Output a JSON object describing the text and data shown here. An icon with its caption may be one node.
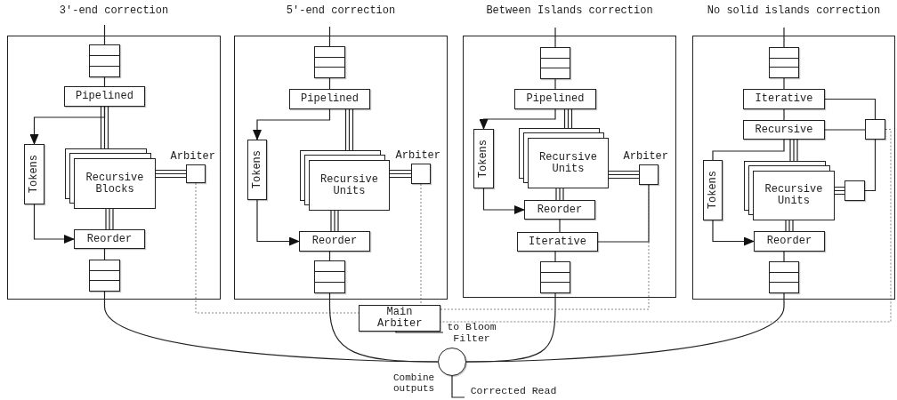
{
  "diagram": {
    "nodes": [
      {
        "text": [
          "3'-end correction"
        ]
      },
      {
        "text": [],
        "shape": "queue",
        "in": 0
      },
      {
        "text": [
          "Pipelined"
        ],
        "in": 0
      },
      {
        "text": [
          "Tokens"
        ],
        "in": 0
      },
      {
        "text": [
          "Recursive Blocks"
        ],
        "in": 0
      },
      {
        "text": [
          "Arbiter"
        ],
        "in": 0
      },
      {
        "text": [
          "Reorder"
        ],
        "in": 0
      },
      {
        "text": [],
        "shape": "queue",
        "in": 0
      },
      {
        "text": [
          "5'-end correction"
        ]
      },
      {
        "text": [],
        "shape": "queue",
        "in": 8
      },
      {
        "text": [
          "Pipelined"
        ],
        "in": 8
      },
      {
        "text": [
          "Tokens"
        ],
        "in": 8
      },
      {
        "text": [
          "Recursive Units"
        ],
        "in": 8
      },
      {
        "text": [
          "Arbiter"
        ],
        "in": 8
      },
      {
        "text": [
          "Reorder"
        ],
        "in": 8
      },
      {
        "text": [],
        "shape": "queue",
        "in": 8
      },
      {
        "text": [
          "Between Islands correction"
        ]
      },
      {
        "text": [],
        "shape": "queue",
        "in": 16
      },
      {
        "text": [
          "Pipelined"
        ],
        "in": 16
      },
      {
        "text": [
          "Tokens"
        ],
        "in": 16
      },
      {
        "text": [
          "Recursive Units"
        ],
        "in": 16
      },
      {
        "text": [
          "Arbiter"
        ],
        "in": 16
      },
      {
        "text": [
          "Reorder"
        ],
        "in": 16
      },
      {
        "text": [
          "Iterative"
        ],
        "in": 16
      },
      {
        "text": [],
        "shape": "queue",
        "in": 16
      },
      {
        "text": [
          "No solid islands correction"
        ]
      },
      {
        "text": [],
        "shape": "queue",
        "in": 25
      },
      {
        "text": [
          "Iterative"
        ],
        "in": 25
      },
      {
        "text": [
          "Recursive"
        ],
        "in": 25
      },
      {
        "text": [],
        "shape": "box",
        "in": 25
      },
      {
        "text": [
          "Tokens"
        ],
        "in": 25
      },
      {
        "text": [
          "Recursive Units"
        ],
        "in": 25
      },
      {
        "text": [],
        "shape": "box",
        "in": 25
      },
      {
        "text": [
          "Reorder"
        ],
        "in": 25
      },
      {
        "text": [],
        "shape": "queue",
        "in": 25
      },
      {
        "text": [
          "Main Arbiter"
        ]
      },
      {
        "text": [
          "to Bloom Filter"
        ]
      },
      {
        "text": [],
        "shape": "circle",
        "beside": [
          "Combine outputs"
        ]
      },
      {
        "text": [
          "Corrected Read"
        ]
      }
    ],
    "edges": [
      {
        "from": null,
        "to": 1,
        "arrow": "none"
      },
      {
        "from": 1,
        "to": 2,
        "arrow": "none"
      },
      {
        "from": 2,
        "to": 3,
        "arrow": "to"
      },
      {
        "from": 2,
        "to": 4,
        "arrow": "none"
      },
      {
        "from": 3,
        "to": 6,
        "arrow": "to"
      },
      {
        "from": 4,
        "to": 6,
        "arrow": "none"
      },
      {
        "from": 4,
        "to": 5,
        "arrow": "none"
      },
      {
        "from": 6,
        "to": 7,
        "arrow": "none"
      },
      {
        "from": 7,
        "to": 37,
        "arrow": "none"
      },
      {
        "from": 5,
        "to": 35,
        "arrow": "none",
        "style": "dashed"
      },
      {
        "from": null,
        "to": 9,
        "arrow": "none"
      },
      {
        "from": 9,
        "to": 10,
        "arrow": "none"
      },
      {
        "from": 10,
        "to": 11,
        "arrow": "to"
      },
      {
        "from": 10,
        "to": 12,
        "arrow": "none"
      },
      {
        "from": 11,
        "to": 14,
        "arrow": "to"
      },
      {
        "from": 12,
        "to": 14,
        "arrow": "none"
      },
      {
        "from": 12,
        "to": 13,
        "arrow": "none"
      },
      {
        "from": 14,
        "to": 15,
        "arrow": "none"
      },
      {
        "from": 15,
        "to": 37,
        "arrow": "none"
      },
      {
        "from": 13,
        "to": 35,
        "arrow": "none",
        "style": "dashed"
      },
      {
        "from": null,
        "to": 17,
        "arrow": "none"
      },
      {
        "from": 17,
        "to": 18,
        "arrow": "none"
      },
      {
        "from": 18,
        "to": 19,
        "arrow": "to"
      },
      {
        "from": 18,
        "to": 20,
        "arrow": "none"
      },
      {
        "from": 19,
        "to": 22,
        "arrow": "to"
      },
      {
        "from": 20,
        "to": 22,
        "arrow": "none"
      },
      {
        "from": 20,
        "to": 21,
        "arrow": "none"
      },
      {
        "from": 22,
        "to": 23,
        "arrow": "none"
      },
      {
        "from": 23,
        "to": 21,
        "arrow": "none"
      },
      {
        "from": 23,
        "to": 24,
        "arrow": "none"
      },
      {
        "from": 24,
        "to": 37,
        "arrow": "none"
      },
      {
        "from": 21,
        "to": 35,
        "arrow": "none",
        "style": "dashed"
      },
      {
        "from": null,
        "to": 26,
        "arrow": "none"
      },
      {
        "from": 26,
        "to": 27,
        "arrow": "none"
      },
      {
        "from": 27,
        "to": 28,
        "arrow": "none"
      },
      {
        "from": 27,
        "to": 29,
        "arrow": "none"
      },
      {
        "from": 28,
        "to": 29,
        "arrow": "none"
      },
      {
        "from": 29,
        "to": 32,
        "arrow": "none"
      },
      {
        "from": 32,
        "to": 31,
        "arrow": "none"
      },
      {
        "from": 28,
        "to": 30,
        "arrow": "none"
      },
      {
        "from": 28,
        "to": 31,
        "arrow": "none"
      },
      {
        "from": 30,
        "to": 33,
        "arrow": "to"
      },
      {
        "from": 31,
        "to": 33,
        "arrow": "none"
      },
      {
        "from": 33,
        "to": 34,
        "arrow": "none"
      },
      {
        "from": 34,
        "to": 37,
        "arrow": "none"
      },
      {
        "from": 29,
        "to": 35,
        "arrow": "none",
        "style": "dashed"
      },
      {
        "from": 35,
        "to": 36,
        "arrow": "none"
      },
      {
        "from": 37,
        "to": 38,
        "arrow": "none"
      }
    ]
  }
}
